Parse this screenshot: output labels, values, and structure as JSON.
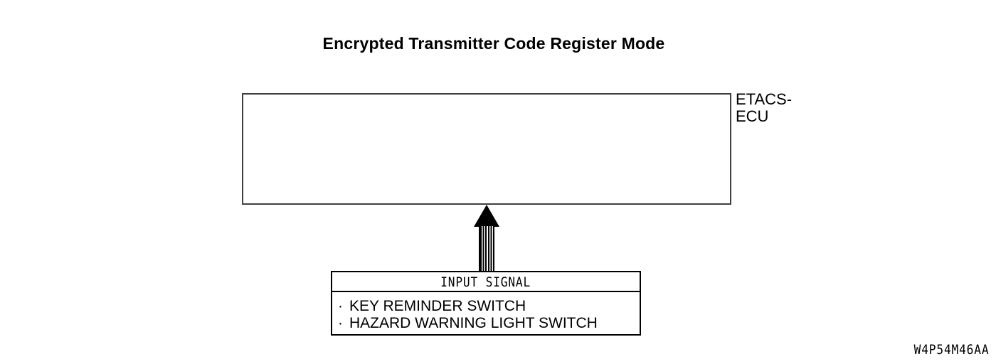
{
  "title": "Encrypted Transmitter Code Register Mode",
  "ecu": {
    "label_line1": "ETACS-",
    "label_line2": "ECU"
  },
  "arrow": {
    "direction": "up"
  },
  "input_signal_box": {
    "header": "INPUT SIGNAL",
    "bullet": "·",
    "items": [
      "KEY REMINDER SWITCH",
      "HAZARD WARNING LIGHT SWITCH"
    ]
  },
  "figure_code": "W4P54M46AA",
  "colors": {
    "background": "#ffffff",
    "line": "#000000",
    "ecu_box_border": "#3f3f3f"
  }
}
